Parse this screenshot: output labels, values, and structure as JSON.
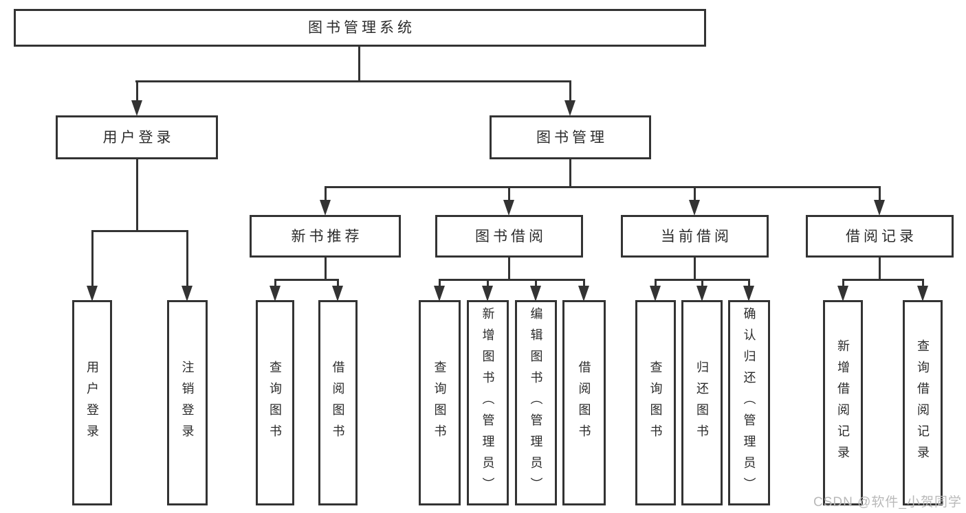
{
  "diagram": {
    "root": {
      "label": "图书管理系统"
    },
    "level2": [
      {
        "label": "用户登录",
        "leaves": [
          "用户登录",
          "注销登录"
        ]
      },
      {
        "label": "图书管理"
      }
    ],
    "level3": [
      {
        "label": "新书推荐",
        "leaves": [
          "查询图书",
          "借阅图书"
        ]
      },
      {
        "label": "图书借阅",
        "leaves": [
          "查询图书",
          "新增图书（管理员）",
          "编辑图书（管理员）",
          "借阅图书"
        ]
      },
      {
        "label": "当前借阅",
        "leaves": [
          "查询图书",
          "归还图书",
          "确认归还（管理员）"
        ]
      },
      {
        "label": "借阅记录",
        "leaves": [
          "新增借阅记录",
          "查询借阅记录"
        ]
      }
    ]
  },
  "watermark": {
    "text": "CSDN @软件_小贺同学"
  },
  "colors": {
    "line": "#333333",
    "text": "#2b2b2b",
    "watermark": "#b9b9b9",
    "background": "#ffffff"
  }
}
